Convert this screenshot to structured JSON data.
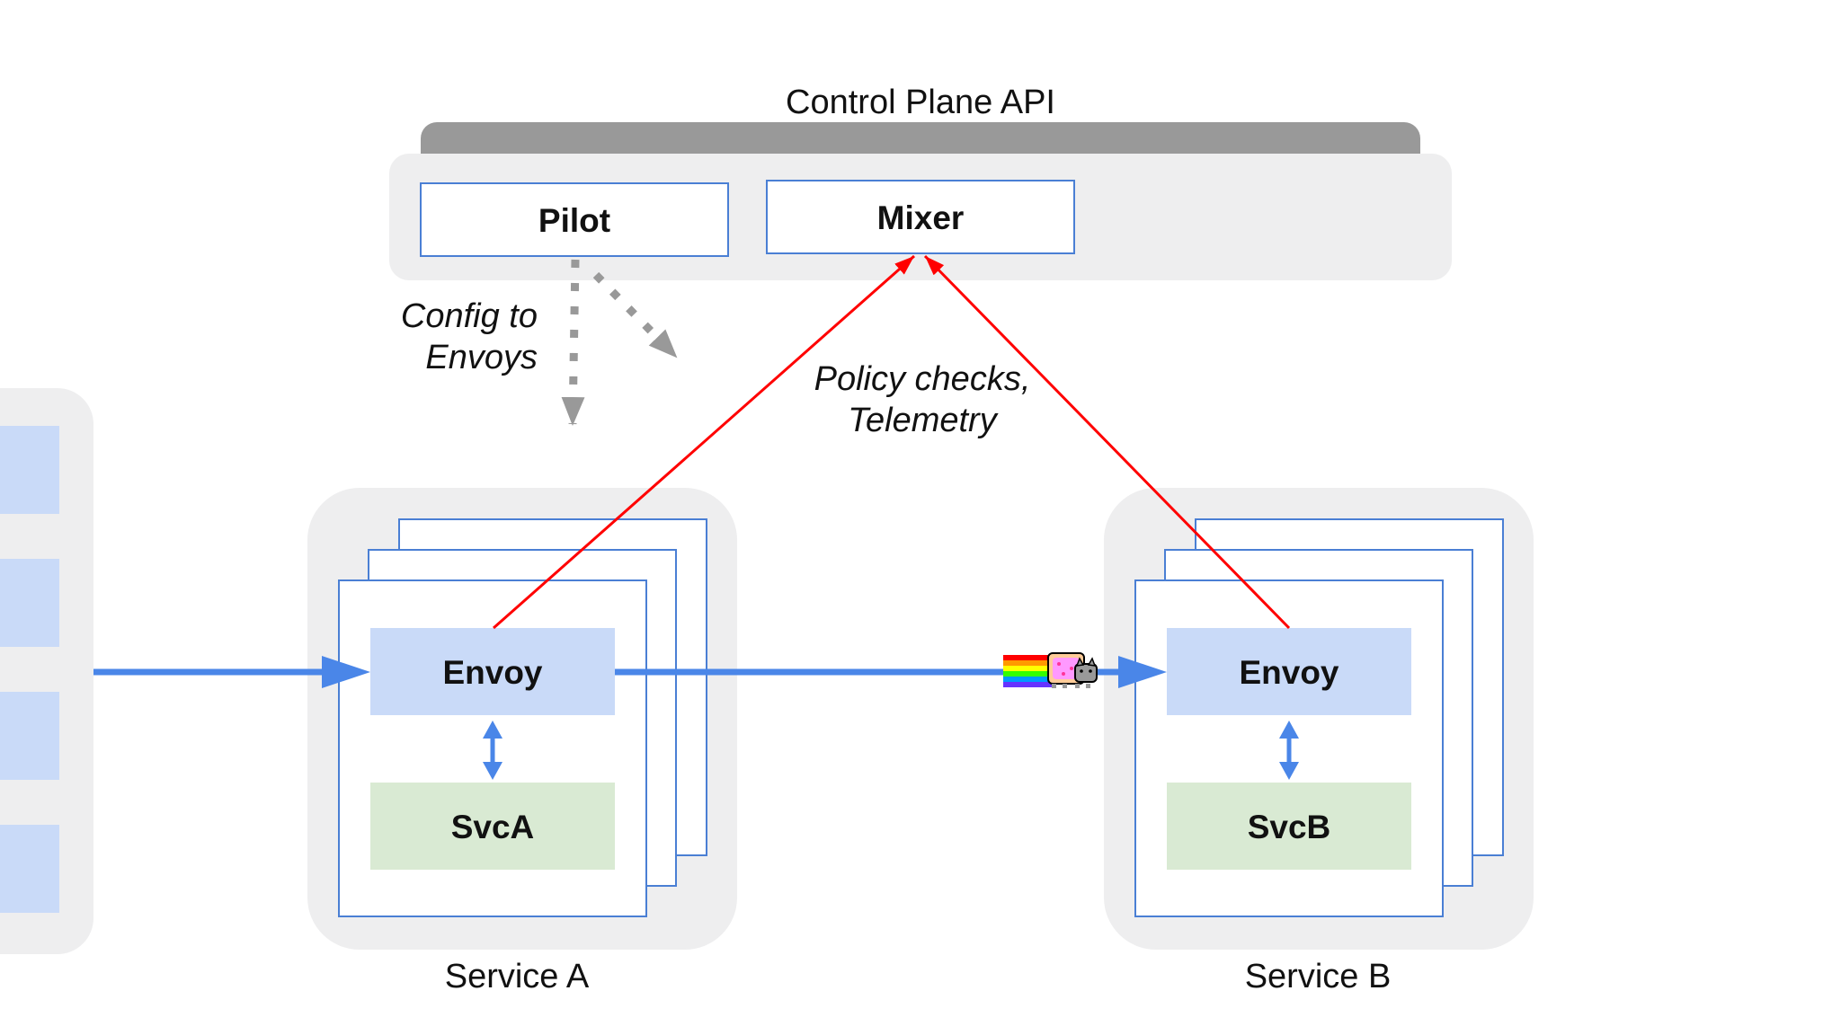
{
  "control_plane": {
    "title": "Control Plane API",
    "components": [
      "Pilot",
      "Mixer"
    ]
  },
  "annotations": {
    "config": [
      "Config to",
      "Envoys"
    ],
    "policy": [
      "Policy checks,",
      "Telemetry"
    ]
  },
  "services": [
    {
      "name": "Service A",
      "proxy": "Envoy",
      "app": "SvcA"
    },
    {
      "name": "Service B",
      "proxy": "Envoy",
      "app": "SvcB"
    }
  ],
  "colors": {
    "panel": "#eeeeef",
    "api_bar": "#999999",
    "component_border": "#4a7fd4",
    "envoy_fill": "#c9daf8",
    "svc_fill": "#d9ead3",
    "traffic_arrow": "#4a86e8",
    "policy_line": "#ff0000",
    "config_arrow": "#999999"
  }
}
